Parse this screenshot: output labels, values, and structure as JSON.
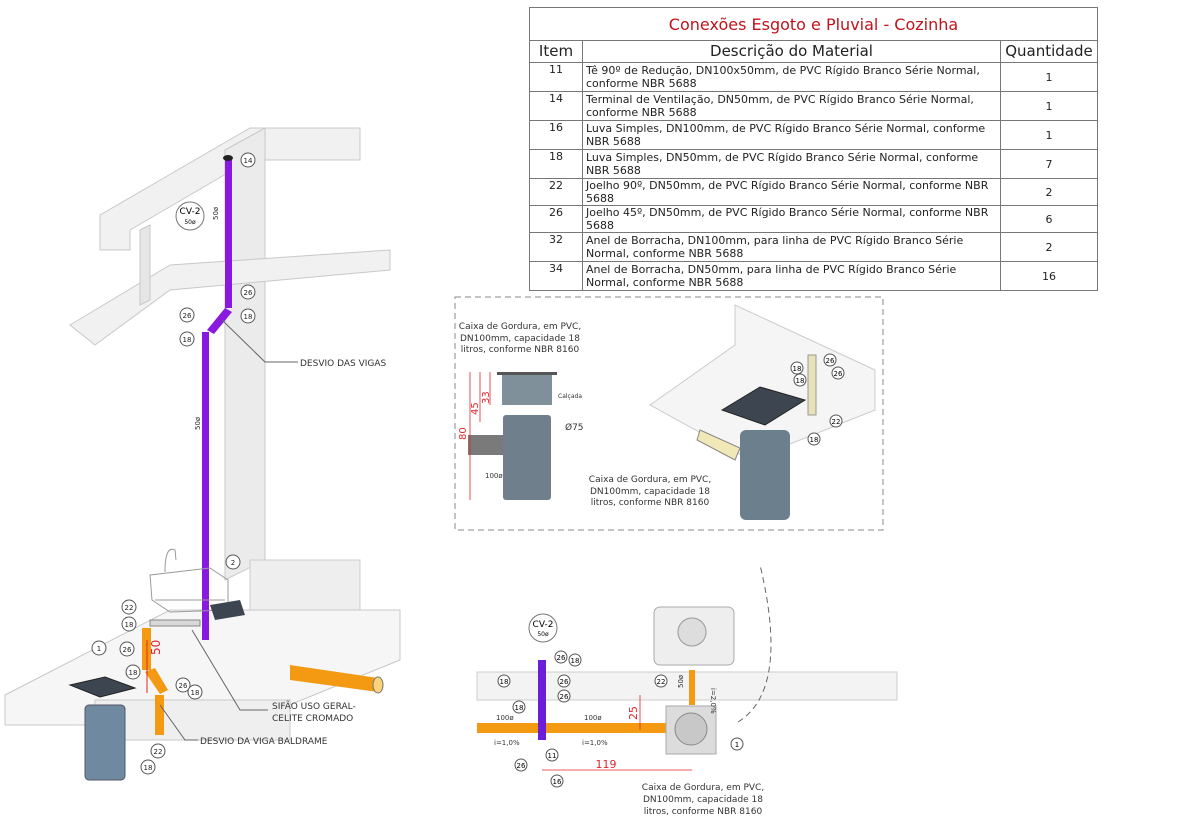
{
  "table": {
    "title": "Conexões Esgoto e Pluvial - Cozinha",
    "headers": {
      "item": "Item",
      "description": "Descrição do Material",
      "quantity": "Quantidade"
    },
    "rows": [
      {
        "item": "11",
        "description": "Tê 90º de Redução, DN100x50mm, de PVC Rígido Branco Série Normal, conforme NBR 5688",
        "quantity": "1"
      },
      {
        "item": "14",
        "description": "Terminal de Ventilação, DN50mm, de PVC Rígido Branco Série Normal, conforme NBR 5688",
        "quantity": "1"
      },
      {
        "item": "16",
        "description": "Luva Simples, DN100mm, de PVC Rígido Branco Série Normal, conforme NBR 5688",
        "quantity": "1"
      },
      {
        "item": "18",
        "description": "Luva Simples, DN50mm, de PVC Rígido Branco Série Normal, conforme NBR 5688",
        "quantity": "7"
      },
      {
        "item": "22",
        "description": "Joelho 90º, DN50mm, de PVC Rígido Branco Série Normal, conforme NBR 5688",
        "quantity": "2"
      },
      {
        "item": "26",
        "description": "Joelho 45º, DN50mm, de PVC Rígido Branco Série Normal, conforme NBR 5688",
        "quantity": "6"
      },
      {
        "item": "32",
        "description": "Anel de Borracha, DN100mm, para linha de PVC Rígido Branco Série Normal, conforme NBR 5688",
        "quantity": "2"
      },
      {
        "item": "34",
        "description": "Anel de Borracha, DN50mm, para linha de PVC Rígido Branco Série Normal, conforme NBR 5688",
        "quantity": "16"
      }
    ]
  },
  "isometric": {
    "vent_tag": "CV-2",
    "vent_diameter": "50ø",
    "pipe_label": "50ø",
    "label_desvio_vigas": "DESVIO DAS VIGAS",
    "label_sifao_1": "SIFÃO USO GERAL-",
    "label_sifao_2": "CELITE CROMADO",
    "label_desvio_baldrame": "DESVIO DA VIGA BALDRAME",
    "dimension_50": "50",
    "callouts": {
      "c14": "14",
      "c26": "26",
      "c18": "18",
      "c22": "22",
      "c1": "1",
      "c2": "2"
    }
  },
  "detail": {
    "caixa_label_1": "Caixa de Gordura, em PVC,",
    "caixa_label_2": "DN100mm, capacidade 18",
    "caixa_label_3": "litros, conforme NBR 8160",
    "calcada": "Calçada",
    "diam_75": "Ø75",
    "diam_100": "100ø",
    "dim_80": "80",
    "dim_45": "45",
    "dim_33": "33"
  },
  "plan": {
    "vent_tag": "CV-2",
    "vent_diameter": "50ø",
    "pipe_100": "100ø",
    "slope_1": "i=1,0%",
    "slope_2": "i=2,0%",
    "dim_119": "119",
    "dim_25": "25",
    "pipe_50": "50ø"
  },
  "colors": {
    "purple_pipe": "#8a19e0",
    "orange_pipe": "#f39a12",
    "dimension_red": "#e0262a",
    "title_red": "#c0141b"
  }
}
